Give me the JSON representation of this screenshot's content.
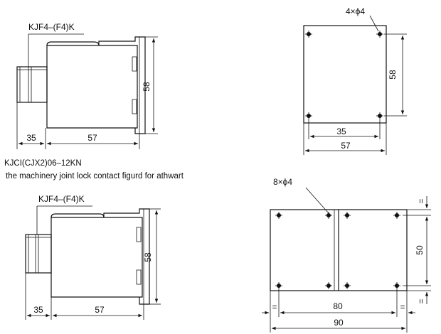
{
  "top_left": {
    "model_label": "KJF4–(F4)K",
    "dim_height": "58",
    "dim_left_width": "35",
    "dim_body_width": "57"
  },
  "top_right": {
    "hole_label": "4×ϕ4",
    "dim_height": "58",
    "dim_inner_width": "35",
    "dim_outer_width": "57"
  },
  "middle_caption": {
    "line1": "KJCI(CJX2)06–12KN",
    "line2": "the machinery joint lock contact figurd for athwart"
  },
  "bottom_left": {
    "model_label": "KJF4–(F4)K",
    "dim_height": "58",
    "dim_left_width": "35",
    "dim_body_width": "57"
  },
  "bottom_right": {
    "hole_label": "8×ϕ4",
    "dim_height": "50",
    "dim_inner_width": "80",
    "dim_outer_width": "90",
    "gap_mark": "="
  }
}
